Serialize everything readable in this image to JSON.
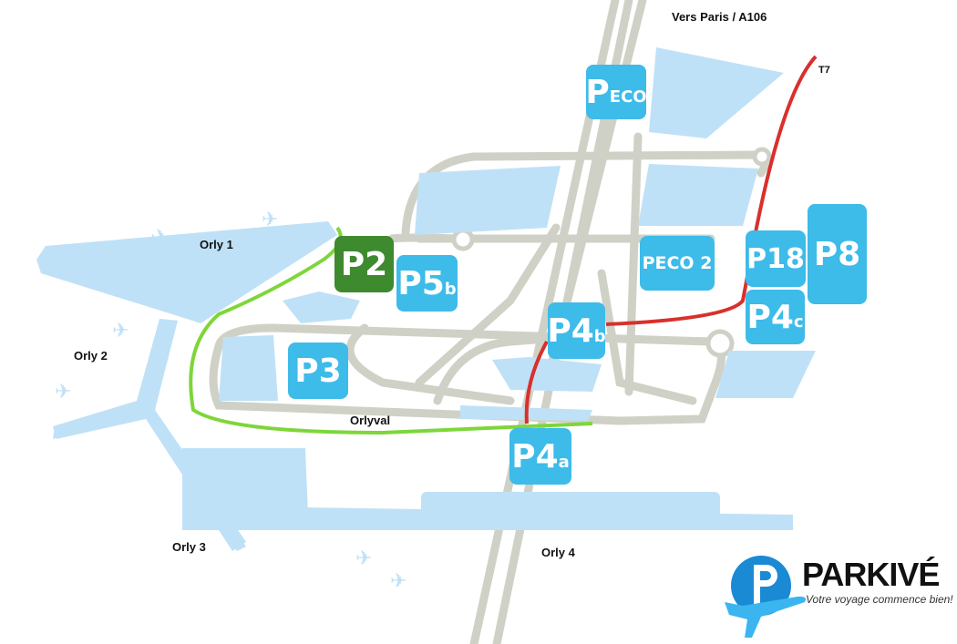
{
  "labels": {
    "vers_paris": "Vers Paris / A106",
    "t7": "T7",
    "orly1": "Orly 1",
    "orly2": "Orly 2",
    "orly3": "Orly 3",
    "orly4": "Orly 4",
    "orlyval": "Orlyval"
  },
  "parkings": {
    "peco": {
      "main": "P",
      "sub": "ECO"
    },
    "p2": {
      "main": "P2"
    },
    "p5b": {
      "main": "P5",
      "sub": "b"
    },
    "p3": {
      "main": "P3"
    },
    "p4b": {
      "main": "P4",
      "sub": "b"
    },
    "peco2": {
      "main": "PECO 2"
    },
    "p18": {
      "main": "P18"
    },
    "p8": {
      "main": "P8"
    },
    "p4c": {
      "main": "P4",
      "sub": "c"
    },
    "p4a": {
      "main": "P4",
      "sub": "a"
    }
  },
  "logo": {
    "brand": "PARKIVÉ",
    "tagline": "Votre voyage commence bien!"
  },
  "colors": {
    "parking": "#3dbbe9",
    "p2": "#3e8a2e",
    "building": "#bfe1f7",
    "road": "#cfd1c6",
    "orlyval": "#7ed63a",
    "t7": "#d9302b"
  }
}
